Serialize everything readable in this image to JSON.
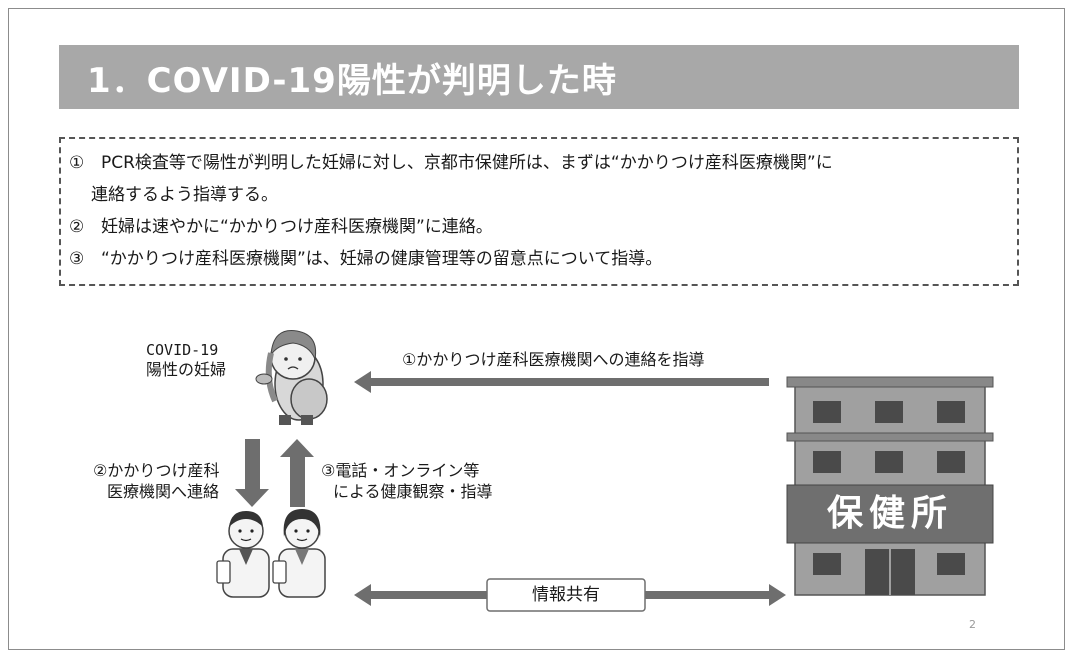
{
  "title": "1．COVID-19陽性が判明した時",
  "steps": [
    {
      "num": "①",
      "text": "PCR検査等で陽性が判明した妊婦に対し、京都市保健所は、まずは“かかりつけ産科医療機関”に",
      "cont": "連絡するよう指導する。"
    },
    {
      "num": "②",
      "text": "妊婦は速やかに“かかりつけ産科医療機関”に連絡。"
    },
    {
      "num": "③",
      "text": "“かかりつけ産科医療機関”は、妊婦の健康管理等の留意点について指導。"
    }
  ],
  "diagram": {
    "patient_label_line1": "COVID-19",
    "patient_label_line2": "陽性の妊婦",
    "arrow_top_label": "①かかりつけ産科医療機関への連絡を指導",
    "left_down_label_line1": "②かかりつけ産科",
    "left_down_label_line2": "医療機関へ連絡",
    "right_up_label_line1": "③電話・オンライン等",
    "right_up_label_line2": "による健康観察・指導",
    "bottom_label": "情報共有",
    "building_sign": "保健所"
  },
  "page_number": "2",
  "colors": {
    "title_bar": "#a8a8a8",
    "arrow": "#6e6e6e",
    "building": "#9a9a9a",
    "building_dark": "#4a4a4a"
  }
}
